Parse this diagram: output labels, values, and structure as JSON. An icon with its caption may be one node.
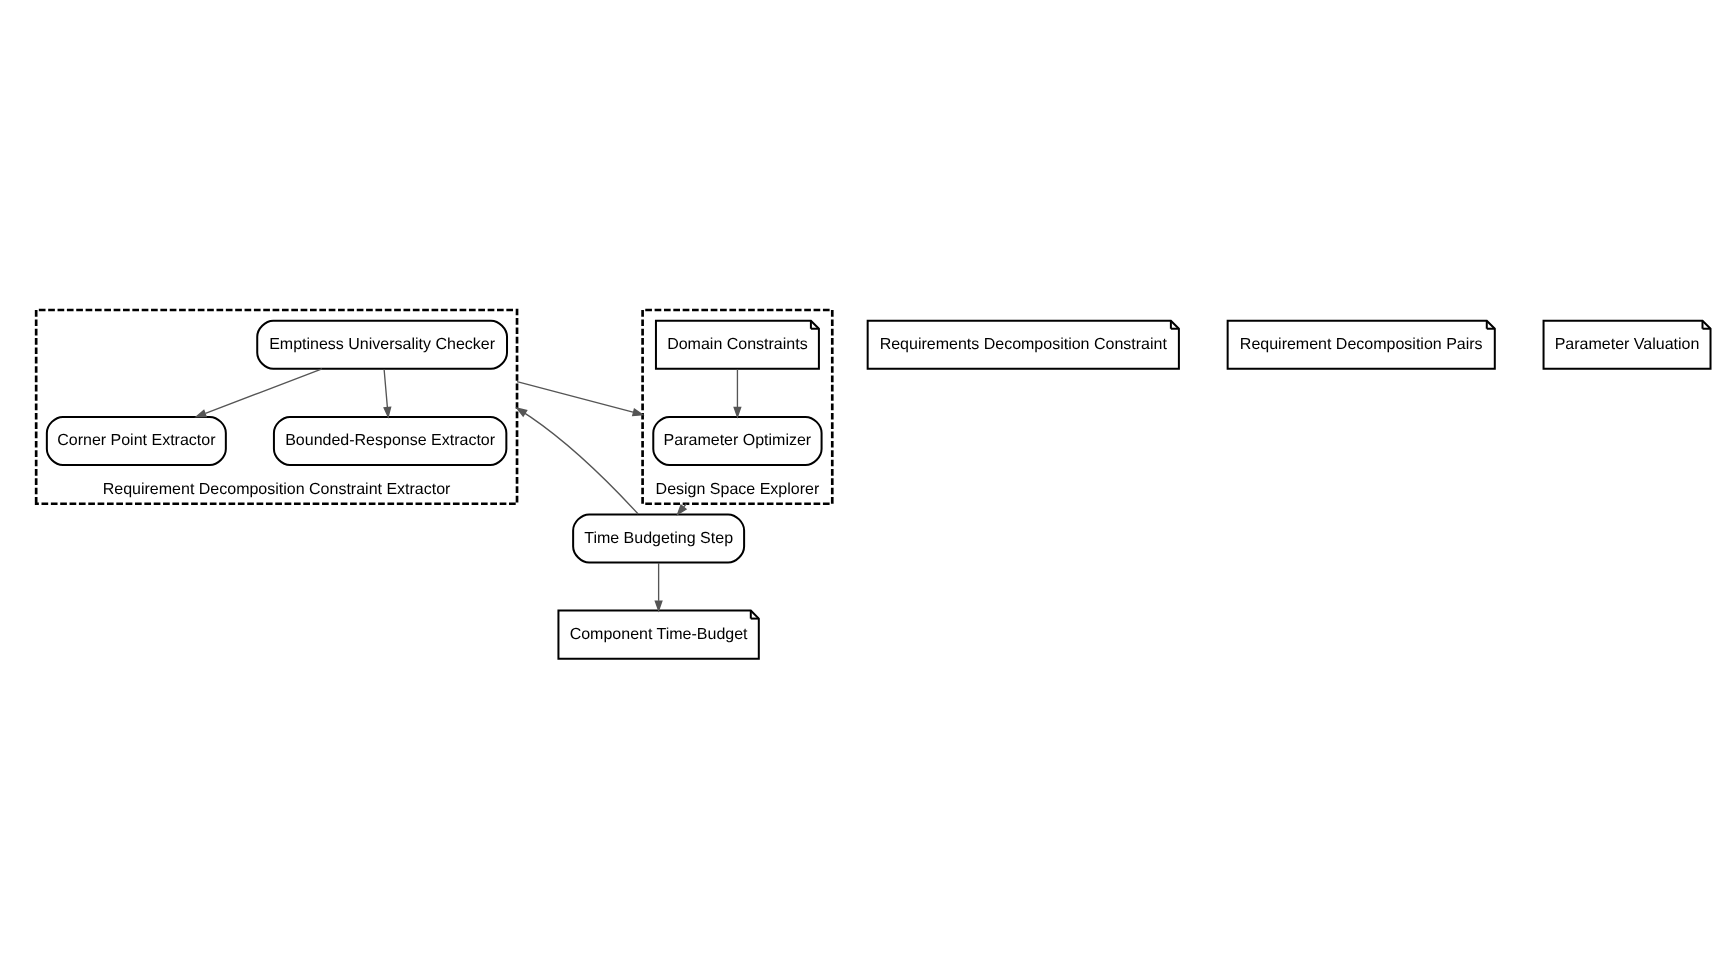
{
  "diagram": {
    "nodes": [
      {
        "text": [
          "Requirement Decomposition Constraint Extractor"
        ]
      },
      {
        "text": [
          "Corner Point Extractor"
        ],
        "in": 0
      },
      {
        "text": [
          "Bounded-Response Extractor"
        ],
        "in": 0
      },
      {
        "text": [
          "Emptiness Universality Checker"
        ],
        "in": 0
      },
      {
        "text": [
          "Requirements Decomposition Constraint"
        ]
      },
      {
        "text": [
          "Design Space Explorer"
        ]
      },
      {
        "text": [
          "Domain Constraints"
        ],
        "in": 5
      },
      {
        "text": [
          "Parameter Optimizer"
        ],
        "in": 5
      },
      {
        "text": [
          "Requirement Decomposition Pairs"
        ]
      },
      {
        "text": [
          "Time Budgeting Step"
        ]
      },
      {
        "text": [
          "Parameter Valuation"
        ]
      },
      {
        "text": [
          "Component Time-Budget"
        ]
      }
    ],
    "edges": [
      {
        "from": 3,
        "to": 1,
        "arrow": "to"
      },
      {
        "from": 3,
        "to": 2,
        "arrow": "to"
      },
      {
        "from": 0,
        "to": 5,
        "arrow": "to"
      },
      {
        "from": 6,
        "to": 7,
        "arrow": "to"
      },
      {
        "from": 5,
        "to": 9,
        "arrow": "to"
      },
      {
        "from": 9,
        "to": 0,
        "arrow": "to"
      },
      {
        "from": 9,
        "to": 11,
        "arrow": "to"
      }
    ]
  }
}
